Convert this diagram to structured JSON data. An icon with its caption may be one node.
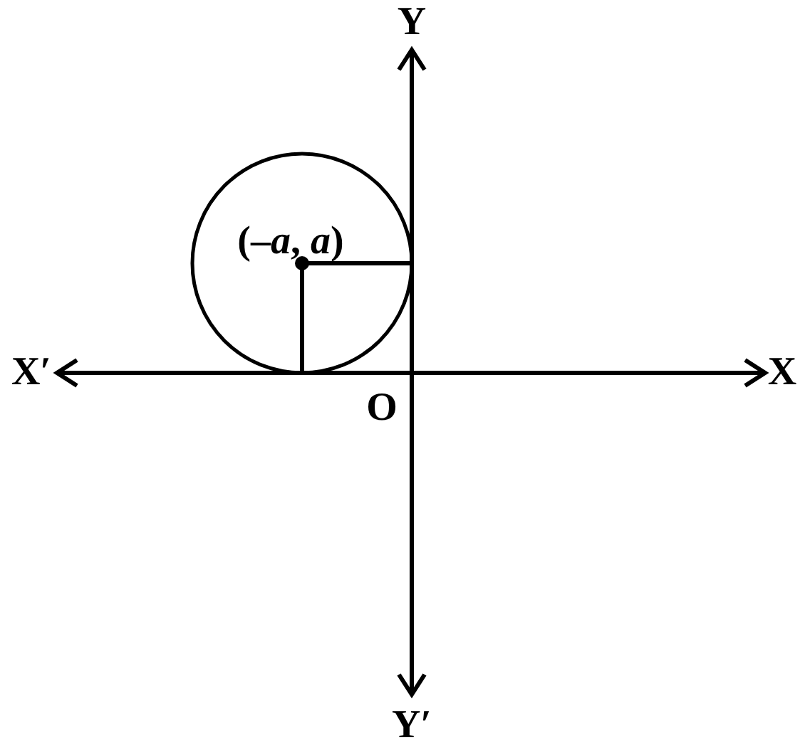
{
  "diagram": {
    "labels": [
      "Y",
      "(–*a*, *a*)",
      "X′",
      "X",
      "O",
      "Y′"
    ]
  }
}
